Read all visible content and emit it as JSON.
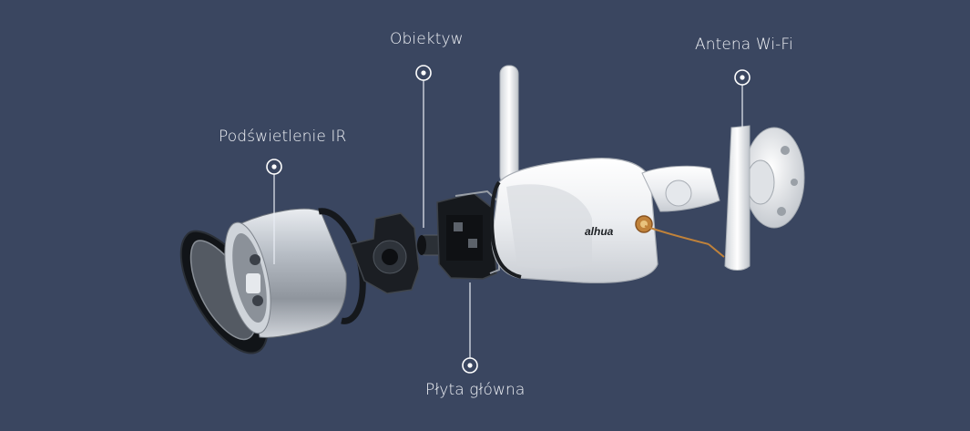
{
  "callouts": {
    "lens": "Obiektyw",
    "antenna": "Antena Wi-Fi",
    "ir": "Podświetlenie IR",
    "board": "Płyta główna"
  },
  "brand": {
    "logo_text": "alhua"
  },
  "colors": {
    "background": "#3a4660",
    "label": "#f2f4f8",
    "callout_line": "#e9edf5"
  }
}
